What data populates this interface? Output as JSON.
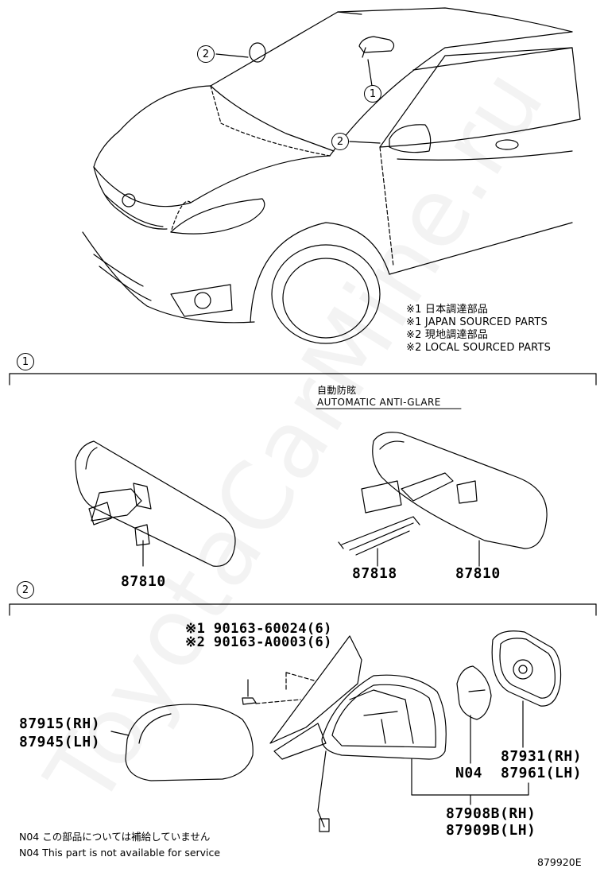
{
  "watermark": "ToyotaCarMine.ru",
  "callouts": {
    "c1": "1",
    "c2": "2"
  },
  "legend": {
    "l1": "※1 日本調達部品",
    "l2": "※1 JAPAN SOURCED PARTS",
    "l3": "※2 現地調達部品",
    "l4": "※2 LOCAL SOURCED PARTS"
  },
  "section1": {
    "marker": "1",
    "anti_glare_jp": "自動防眩",
    "anti_glare_en": "AUTOMATIC ANTI-GLARE",
    "part_left": "87810",
    "part_mid": "87818",
    "part_right": "87810"
  },
  "section2": {
    "marker": "2",
    "bolt1": "※1 90163-60024(6)",
    "bolt2": "※2 90163-A0003(6)",
    "cover_rh": "87915(RH)",
    "cover_lh": "87945(LH)",
    "glass_rh": "87931(RH)",
    "glass_lh": "87961(LH)",
    "n04": "N04",
    "mirror_rh": "87908B(RH)",
    "mirror_lh": "87909B(LH)"
  },
  "footer": {
    "note_jp": "N04 この部品については補給していません",
    "note_en": "N04 This part is not available for service",
    "code": "879920E"
  },
  "colors": {
    "line": "#000000",
    "background": "#ffffff"
  }
}
